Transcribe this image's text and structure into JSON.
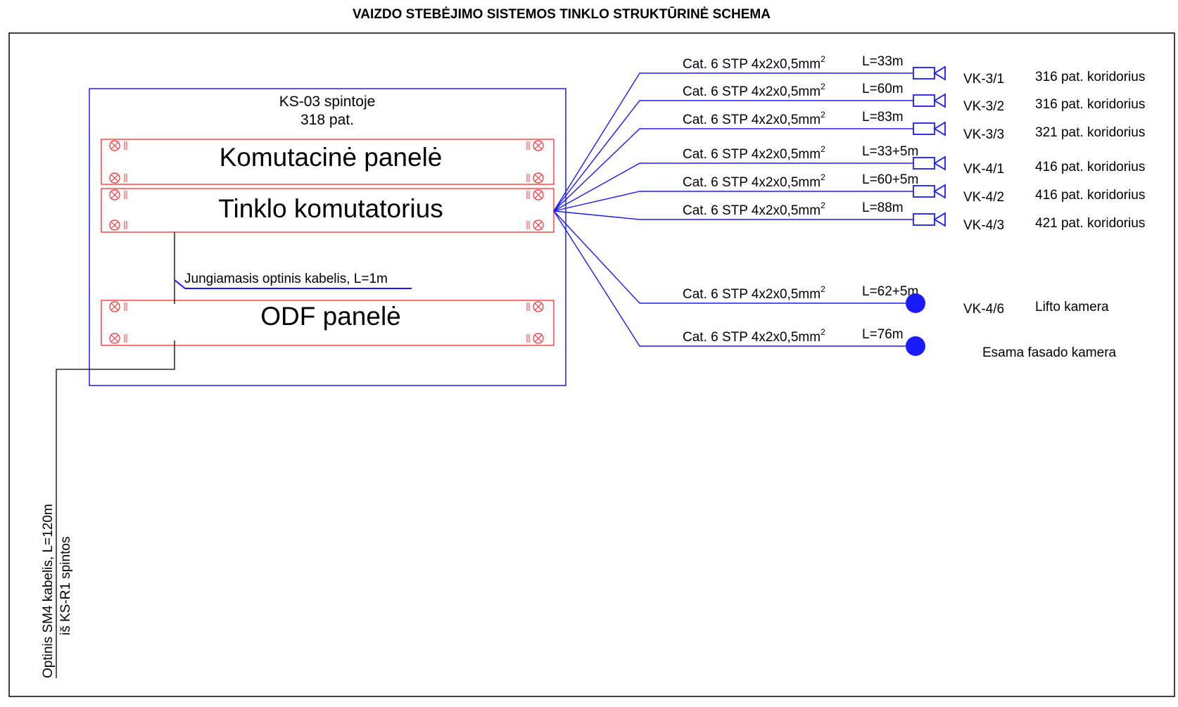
{
  "title": "VAIZDO STEBĖJIMO SISTEMOS TINKLO STRUKTŪRINĖ SCHEMA",
  "cabinet": {
    "line1": "KS-03 spintoje",
    "line2": "318 pat."
  },
  "panels": {
    "patch": "Komutacinė panelė",
    "switch": "Tinklo komutatorius",
    "odf": "ODF panelė"
  },
  "jumper_cable": "Jungiamasis optinis kabelis, L=1m",
  "trunk_cable": {
    "line1": "Optinis SM4 kabelis, L=120m",
    "line2": "iš KS-R1 spintos"
  },
  "cable_spec": {
    "text": "Cat. 6 STP 4x2x0,5mm",
    "sup": "2"
  },
  "cameras": [
    {
      "id": "VK-3/1",
      "location": "316 pat. koridorius",
      "length": "L=33m",
      "icon": "camera-icon"
    },
    {
      "id": "VK-3/2",
      "location": "316 pat. koridorius",
      "length": "L=60m",
      "icon": "camera-icon"
    },
    {
      "id": "VK-3/3",
      "location": "321 pat. koridorius",
      "length": "L=83m",
      "icon": "camera-icon"
    },
    {
      "id": "VK-4/1",
      "location": "416 pat. koridorius",
      "length": "L=33+5m",
      "icon": "camera-icon"
    },
    {
      "id": "VK-4/2",
      "location": "416 pat. koridorius",
      "length": "L=60+5m",
      "icon": "camera-icon"
    },
    {
      "id": "VK-4/3",
      "location": "421 pat. koridorius",
      "length": "L=88m",
      "icon": "camera-icon"
    },
    {
      "id": "VK-4/6",
      "location": "Lifto kamera",
      "length": "L=62+5m",
      "icon": "dome-camera-icon"
    },
    {
      "id": "",
      "location": "Esama fasado kamera",
      "length": "L=76m",
      "icon": "dome-camera-icon"
    }
  ],
  "colors": {
    "blue": "#1a1aff",
    "red": "#ff2a2a",
    "black": "#000000"
  }
}
